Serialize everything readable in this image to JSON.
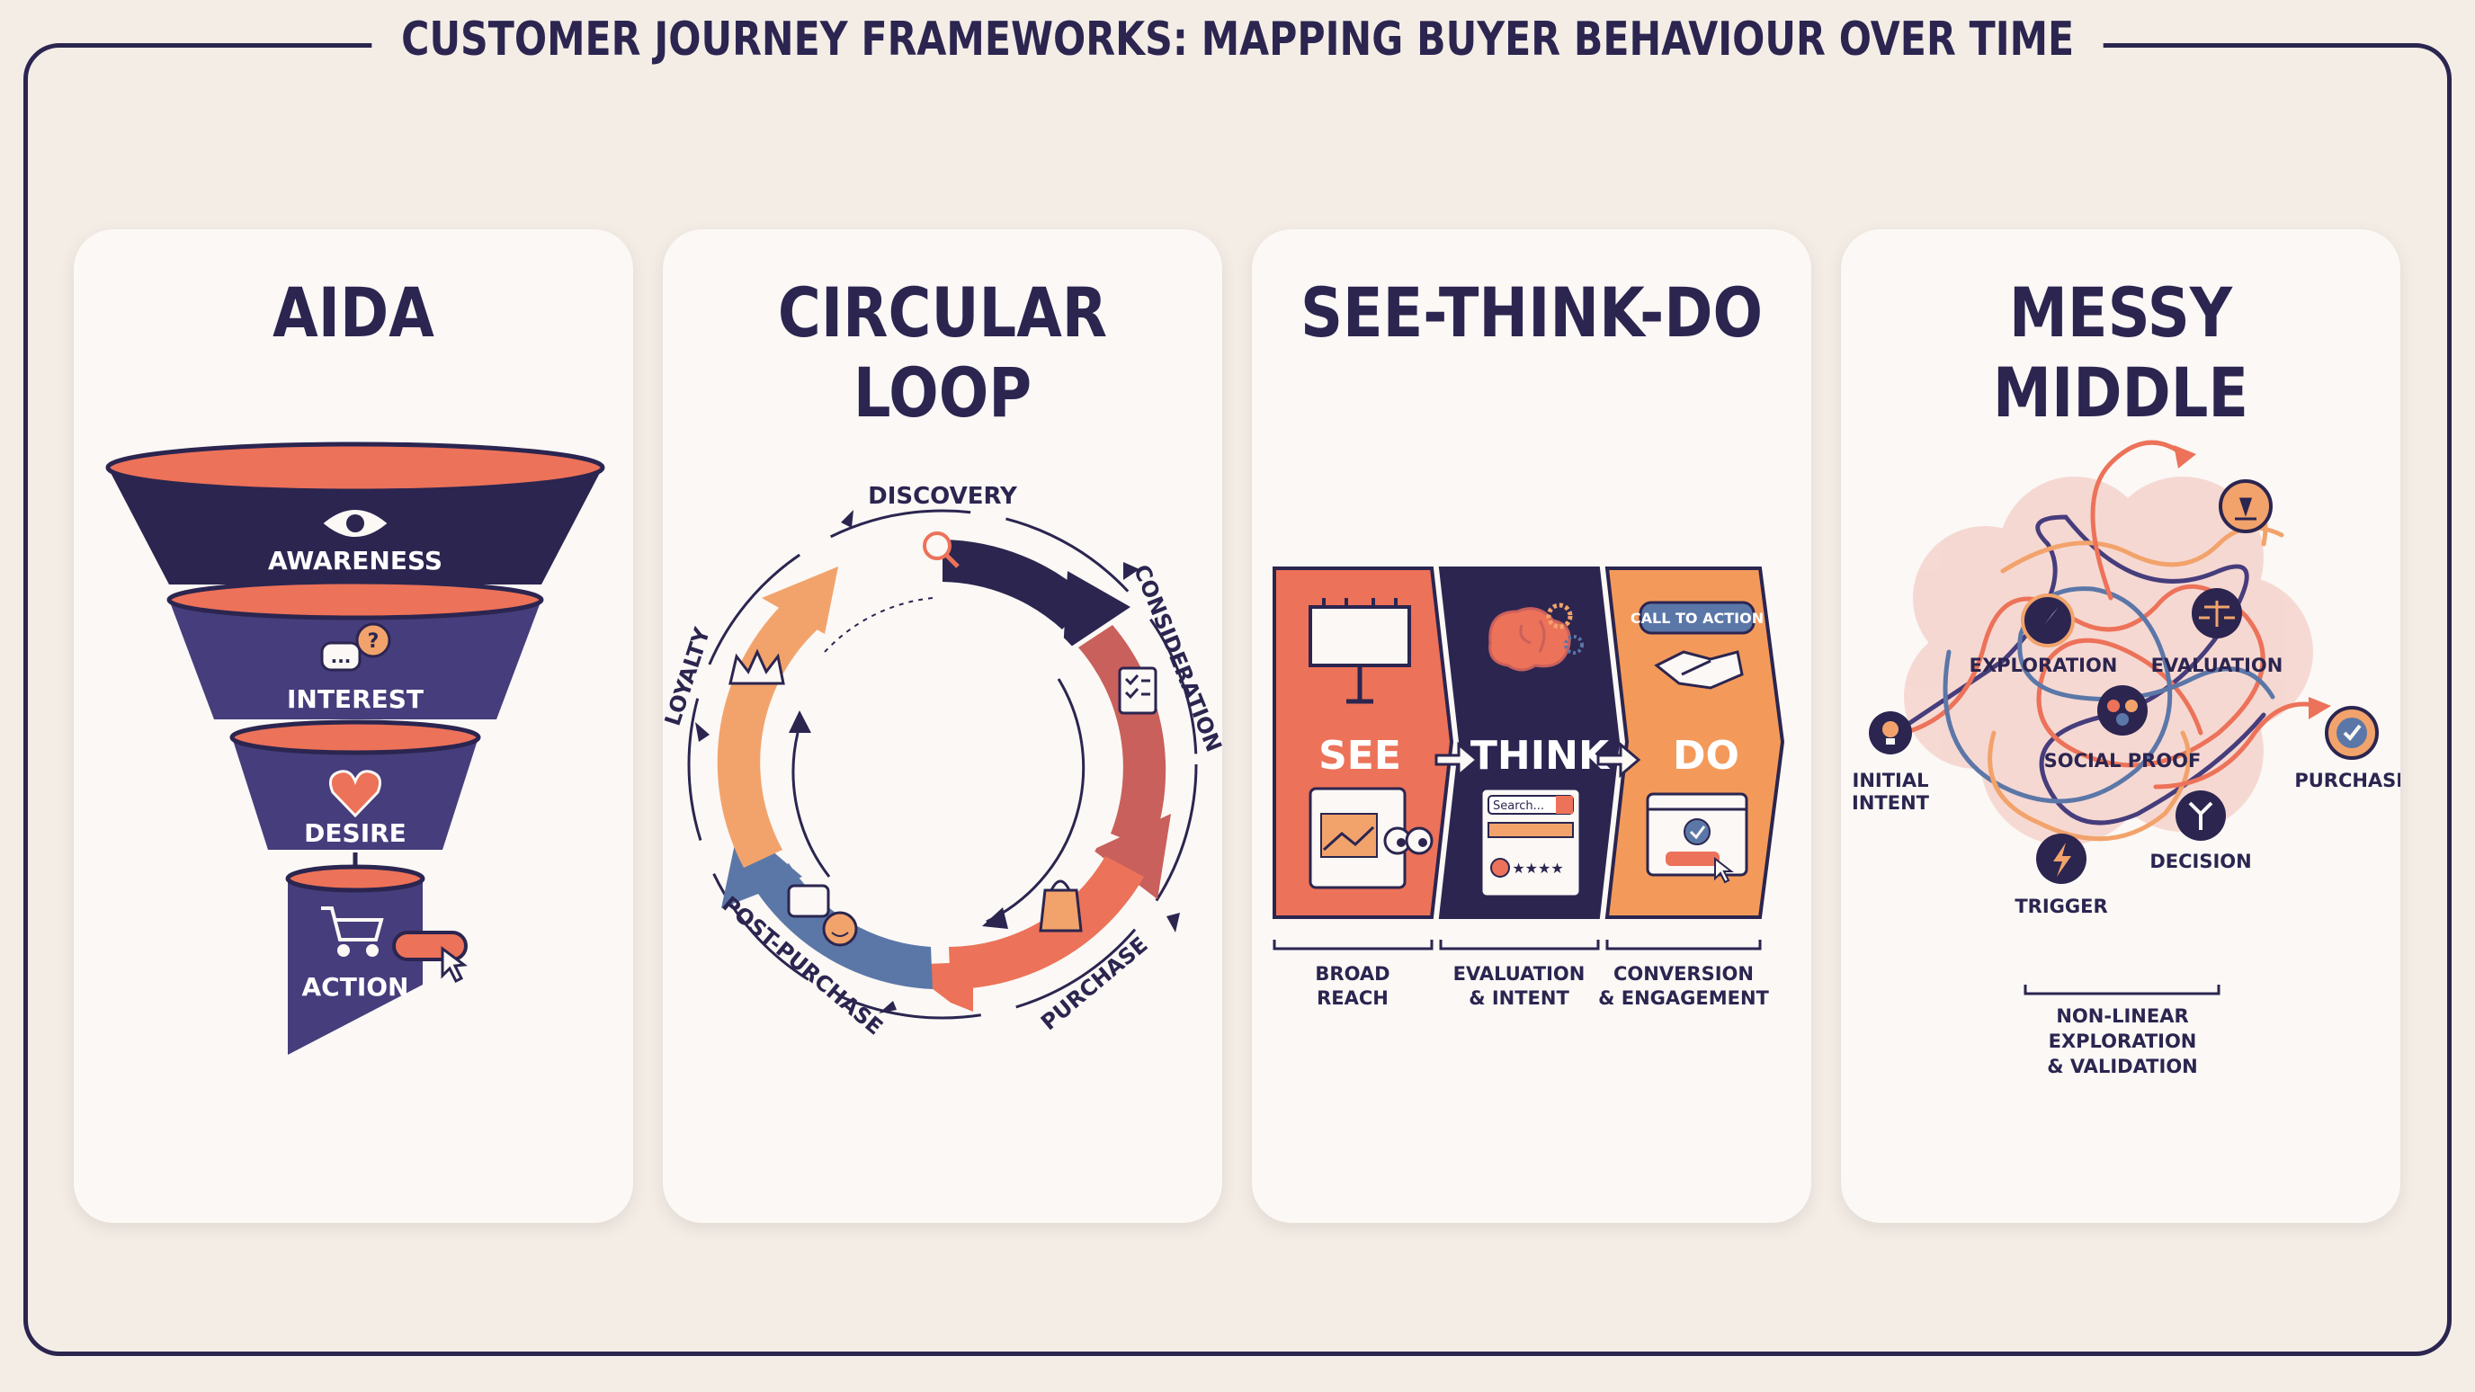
{
  "title": "CUSTOMER JOURNEY FRAMEWORKS: MAPPING BUYER BEHAVIOUR OVER TIME",
  "colors": {
    "navy": "#2b2550",
    "coral": "#ec7259",
    "peach": "#f2a36b",
    "orange": "#f39a5a",
    "rust": "#c9605c",
    "blue": "#5b77a8",
    "purple": "#463d7c",
    "cream": "#fbf8f5"
  },
  "aida": {
    "title": "AIDA",
    "stages": [
      {
        "label": "AWARENESS",
        "icon": "eye-icon"
      },
      {
        "label": "INTEREST",
        "icon": "chat-bubbles-icon"
      },
      {
        "label": "DESIRE",
        "icon": "heart-icon"
      },
      {
        "label": "ACTION",
        "icon": "shopping-cart-icon"
      }
    ]
  },
  "loop": {
    "title": "CIRCULAR LOOP",
    "stages": [
      {
        "label": "DISCOVERY",
        "icon": "magnifier-icon"
      },
      {
        "label": "CONSIDERATION",
        "icon": "checklist-icon"
      },
      {
        "label": "PURCHASE",
        "icon": "shopping-bag-icon"
      },
      {
        "label": "POST-PURCHASE",
        "icon": "smiley-chat-icon"
      },
      {
        "label": "LOYALTY",
        "icon": "crown-icon"
      }
    ]
  },
  "std": {
    "title": "SEE-THINK-DO",
    "stages": [
      {
        "label": "SEE",
        "caption1": "BROAD",
        "caption2": "REACH",
        "icon": "billboard-icon"
      },
      {
        "label": "THINK",
        "caption1": "EVALUATION",
        "caption2": "& INTENT",
        "icon": "brain-gears-icon"
      },
      {
        "label": "DO",
        "caption1": "CONVERSION",
        "caption2": "& ENGAGEMENT",
        "icon": "handshake-icon"
      }
    ],
    "cta": "CALL TO ACTION",
    "search_placeholder": "Search..."
  },
  "messy": {
    "title": "MESSY MIDDLE",
    "nodes": [
      {
        "label": "INITIAL",
        "label2": "INTENT",
        "icon": "lightbulb-icon"
      },
      {
        "label": "EXPLORATION",
        "icon": "compass-icon"
      },
      {
        "label": "EVALUATION",
        "icon": "scales-icon"
      },
      {
        "label": "SOCIAL PROOF",
        "icon": "people-icon"
      },
      {
        "label": "DECISION",
        "icon": "fork-icon"
      },
      {
        "label": "TRIGGER",
        "icon": "lightning-icon"
      },
      {
        "label": "PURCHASE",
        "icon": "checkmark-icon"
      }
    ],
    "caption": [
      "NON-LINEAR",
      "EXPLORATION",
      "& VALIDATION"
    ]
  }
}
